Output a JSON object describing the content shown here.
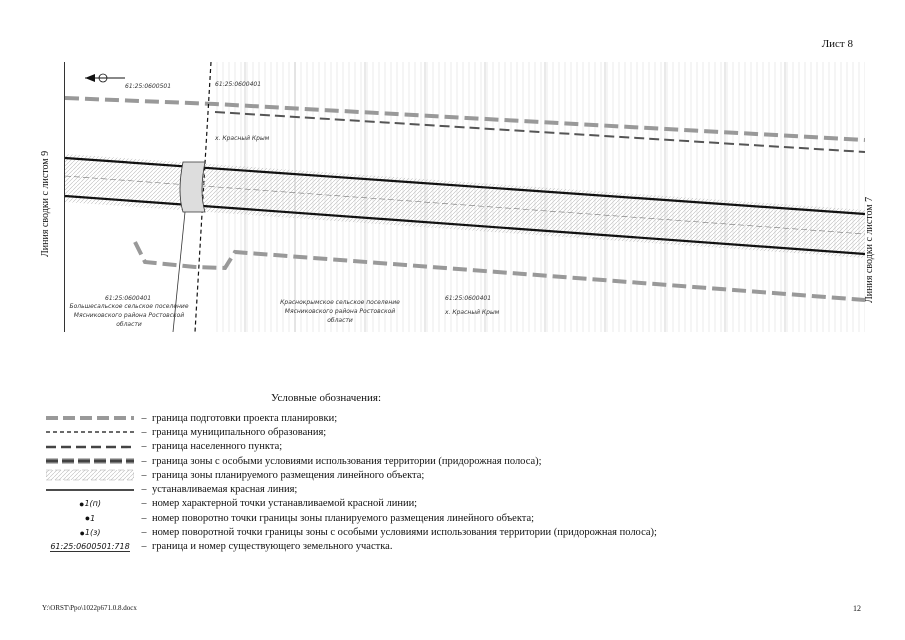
{
  "header": {
    "sheet": "Лист 8"
  },
  "map": {
    "match_left": "Линия сводки с листом 9",
    "match_right": "Линия сводки с листом 7",
    "labels": {
      "parcel_top_left": "61:25:0600501",
      "parcel_top_mid": "61:25:0600401",
      "village_top": "х. Красный Крым",
      "parcel_bottom_left": "61:25:0600401",
      "settlement_left": "Большесальское сельское поселение Мясниковского района Ростовской области",
      "settlement_mid": "Краснокрымское сельское поселение Мясниковского района Ростовской области",
      "parcel_bottom_mid": "61:25:0600401",
      "village_bottom": "х. Красный Крым"
    }
  },
  "legend": {
    "title": "Условные обозначения:",
    "separator": "–",
    "items": [
      {
        "symbol": "dashed-gray-thick",
        "text": "граница подготовки проекта планировки;"
      },
      {
        "symbol": "dashed-black-thin",
        "text": "граница муниципального образования;"
      },
      {
        "symbol": "dashed-black-thick",
        "text": "граница населенного пункта;"
      },
      {
        "symbol": "dashed-double",
        "text": "граница зоны с особыми условиями использования территории (придорожная полоса);"
      },
      {
        "symbol": "hatched-band",
        "text": "граница зоны планируемого размещения линейного объекта;"
      },
      {
        "symbol": "solid-line",
        "text": "устанавливаемая красная линия;"
      },
      {
        "symbol": "point",
        "label": "1(п)",
        "text": "номер характерной точки устанавливаемой красной линии;"
      },
      {
        "symbol": "point",
        "label": "1",
        "text": "номер поворотно    точки границы зоны планируемого размещения линейного объекта;"
      },
      {
        "symbol": "point",
        "label": "1(з)",
        "text": "номер поворотной точки границы зоны с особыми условиями использования территории (придорожная полоса);"
      },
      {
        "symbol": "parcel",
        "label": "61:25:0600501:718",
        "text": "граница и номер существующего земельного участка."
      }
    ]
  },
  "footer": {
    "path": "Y:\\ORST\\Ppo\\1022p671.0.8.docx",
    "page": "12"
  }
}
